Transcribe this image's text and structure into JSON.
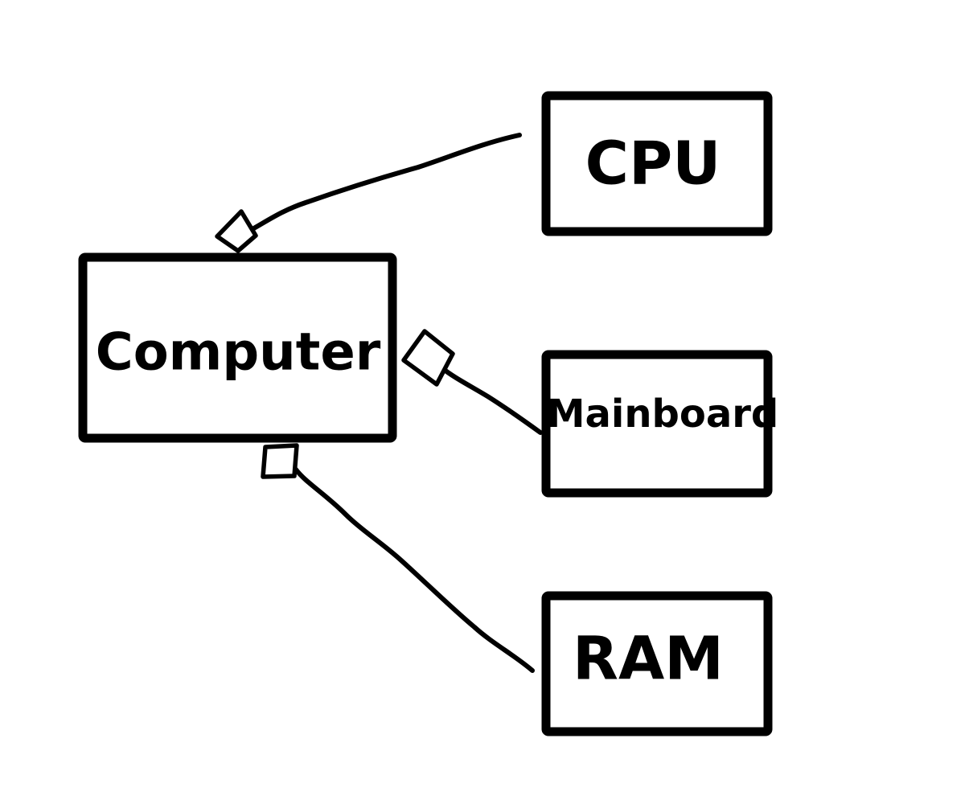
{
  "nodes": {
    "computer": {
      "label": "Computer"
    },
    "cpu": {
      "label": "CPU"
    },
    "mainboard": {
      "label": "Mainboard"
    },
    "ram": {
      "label": "RAM"
    }
  },
  "relations": [
    {
      "from": "cpu",
      "to": "computer",
      "marker": "hollow-diamond"
    },
    {
      "from": "mainboard",
      "to": "computer",
      "marker": "hollow-diamond"
    },
    {
      "from": "ram",
      "to": "computer",
      "marker": "hollow-square"
    }
  ],
  "colors": {
    "ink": "#000000",
    "background": "#ffffff"
  }
}
